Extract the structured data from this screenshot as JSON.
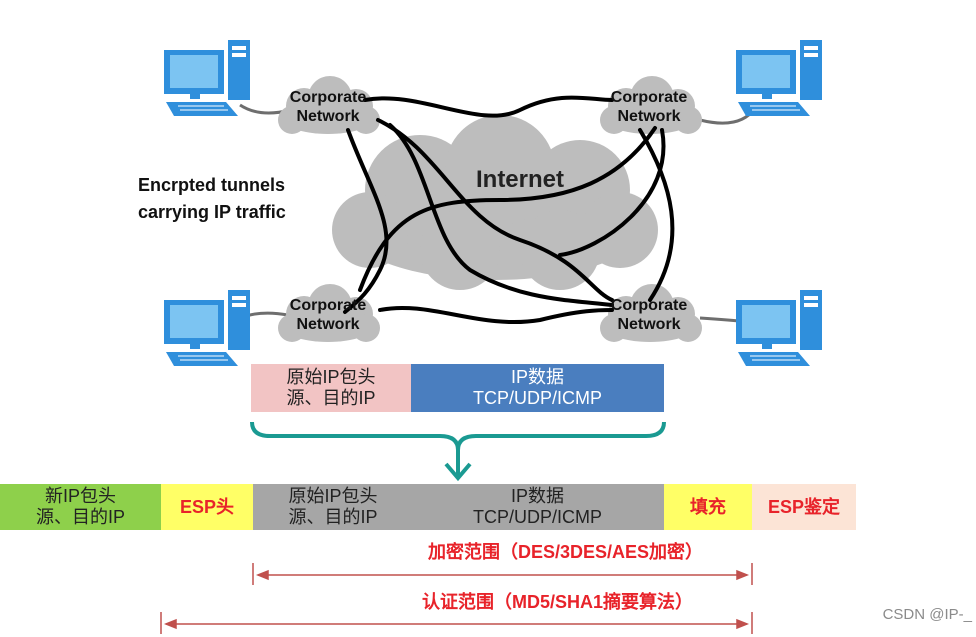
{
  "diagram": {
    "clouds": [
      {
        "line1": "Corporate",
        "line2": "Network"
      },
      {
        "line1": "Corporate",
        "line2": "Network"
      },
      {
        "line1": "Corporate",
        "line2": "Network"
      },
      {
        "line1": "Corporate",
        "line2": "Network"
      }
    ],
    "internet_label": "Internet",
    "tunnel_caption": {
      "line1": "Encrpted tunnels",
      "line2": "carrying IP traffic"
    }
  },
  "original_packet": {
    "ip_header": {
      "line1": "原始IP包头",
      "line2": "源、目的IP"
    },
    "ip_data": {
      "line1": "IP数据",
      "line2": "TCP/UDP/ICMP"
    }
  },
  "esp_packet": {
    "new_ip_header": {
      "line1": "新IP包头",
      "line2": "源、目的IP"
    },
    "esp_header": "ESP头",
    "orig_ip_header": {
      "line1": "原始IP包头",
      "line2": "源、目的IP"
    },
    "ip_data": {
      "line1": "IP数据",
      "line2": "TCP/UDP/ICMP"
    },
    "padding": "填充",
    "esp_auth": "ESP鉴定"
  },
  "ranges": {
    "encryption": "加密范围（DES/3DES/AES加密）",
    "authentication": "认证范围（MD5/SHA1摘要算法）"
  },
  "watermark": "CSDN @IP-_",
  "colors": {
    "monitor_blue": "#2f8fdc",
    "cloud_gray": "#bdbdbd",
    "teal_brace": "#1a9a92",
    "red_text": "#e8232a",
    "range_line": "#c0504d",
    "pink": "#f2c4c4",
    "blue": "#4a7ebf",
    "green": "#8ed04b",
    "yellow": "#ffff66",
    "gray": "#a6a6a6",
    "peach": "#fce4d6"
  }
}
